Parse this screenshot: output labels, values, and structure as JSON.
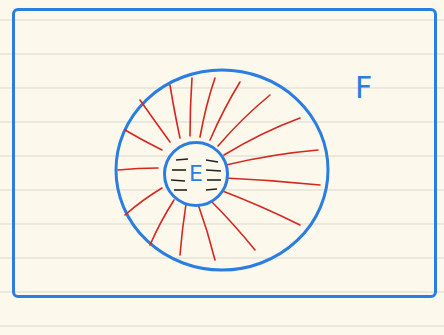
{
  "diagram": {
    "nodes": [
      {
        "text": [
          "F"
        ]
      },
      {
        "text": [
          "E"
        ],
        "in": 0
      }
    ]
  }
}
